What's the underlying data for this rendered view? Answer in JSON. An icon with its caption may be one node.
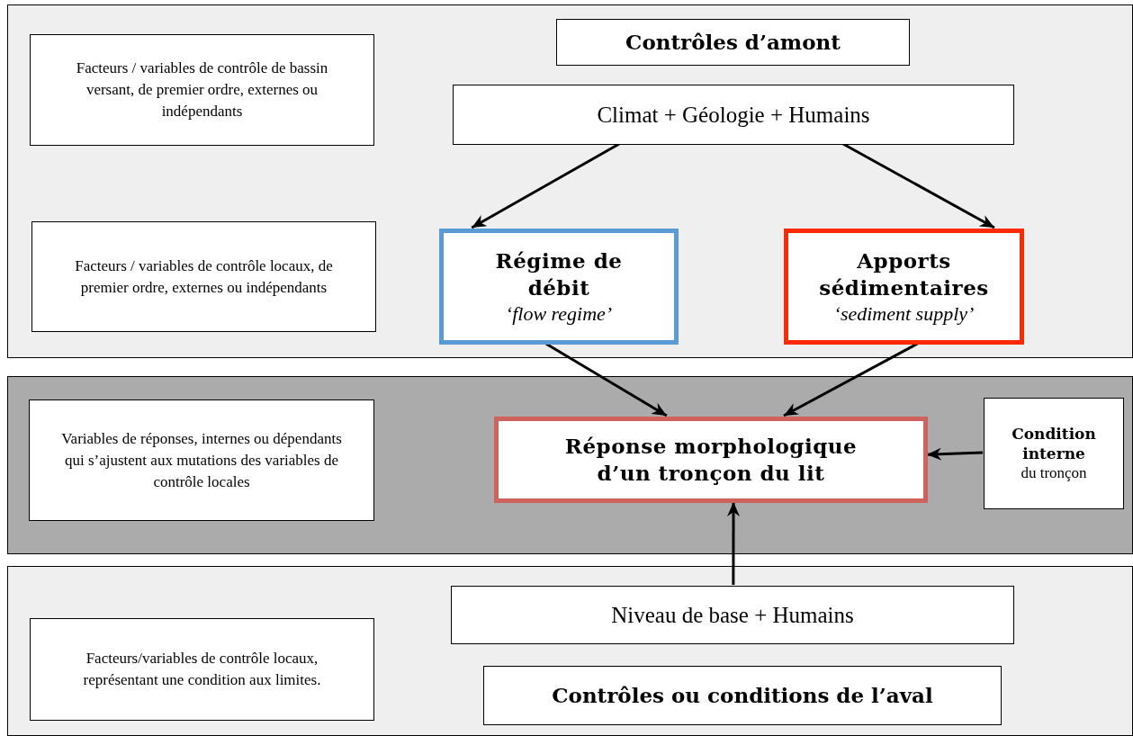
{
  "diagram": {
    "nodes": [
      {
        "text": [],
        "shape": "box"
      },
      {
        "text": [
          "Facteurs / variables de contrôle de bassin versant, de premier ordre, externes ou indépendants"
        ],
        "in": 0
      },
      {
        "text": [
          "Contrôles d’amont"
        ],
        "in": 0
      },
      {
        "text": [
          "Climat + Géologie + Humains"
        ],
        "in": 0
      },
      {
        "text": [
          "Facteurs / variables de contrôle locaux, de premier ordre, externes ou indépendants"
        ],
        "in": 0
      },
      {
        "text": [
          "Régime de débit",
          "‘flow regime’"
        ],
        "in": 0
      },
      {
        "text": [
          "Apports sédimentaires",
          "‘sediment supply’"
        ],
        "in": 0
      },
      {
        "text": [],
        "shape": "box"
      },
      {
        "text": [
          "Variables de réponses, internes ou dépendants qui s’ajustent aux mutations des variables de contrôle locales"
        ],
        "in": 7
      },
      {
        "text": [
          "Réponse morphologique d’un tronçon du lit"
        ],
        "in": 7
      },
      {
        "text": [
          "Condition interne",
          "du tronçon"
        ],
        "in": 7
      },
      {
        "text": [],
        "shape": "box"
      },
      {
        "text": [
          "Facteurs/variables de contrôle locaux, représentant une condition aux limites."
        ],
        "in": 11
      },
      {
        "text": [
          "Niveau de base + Humains"
        ],
        "in": 11
      },
      {
        "text": [
          "Contrôles ou conditions de l’aval"
        ],
        "in": 11
      }
    ],
    "edges": [
      {
        "from": 3,
        "to": 5,
        "arrow": "to"
      },
      {
        "from": 3,
        "to": 6,
        "arrow": "to"
      },
      {
        "from": 5,
        "to": 9,
        "arrow": "to"
      },
      {
        "from": 6,
        "to": 9,
        "arrow": "to"
      },
      {
        "from": 10,
        "to": 9,
        "arrow": "to"
      },
      {
        "from": 13,
        "to": 9,
        "arrow": "to"
      }
    ]
  }
}
